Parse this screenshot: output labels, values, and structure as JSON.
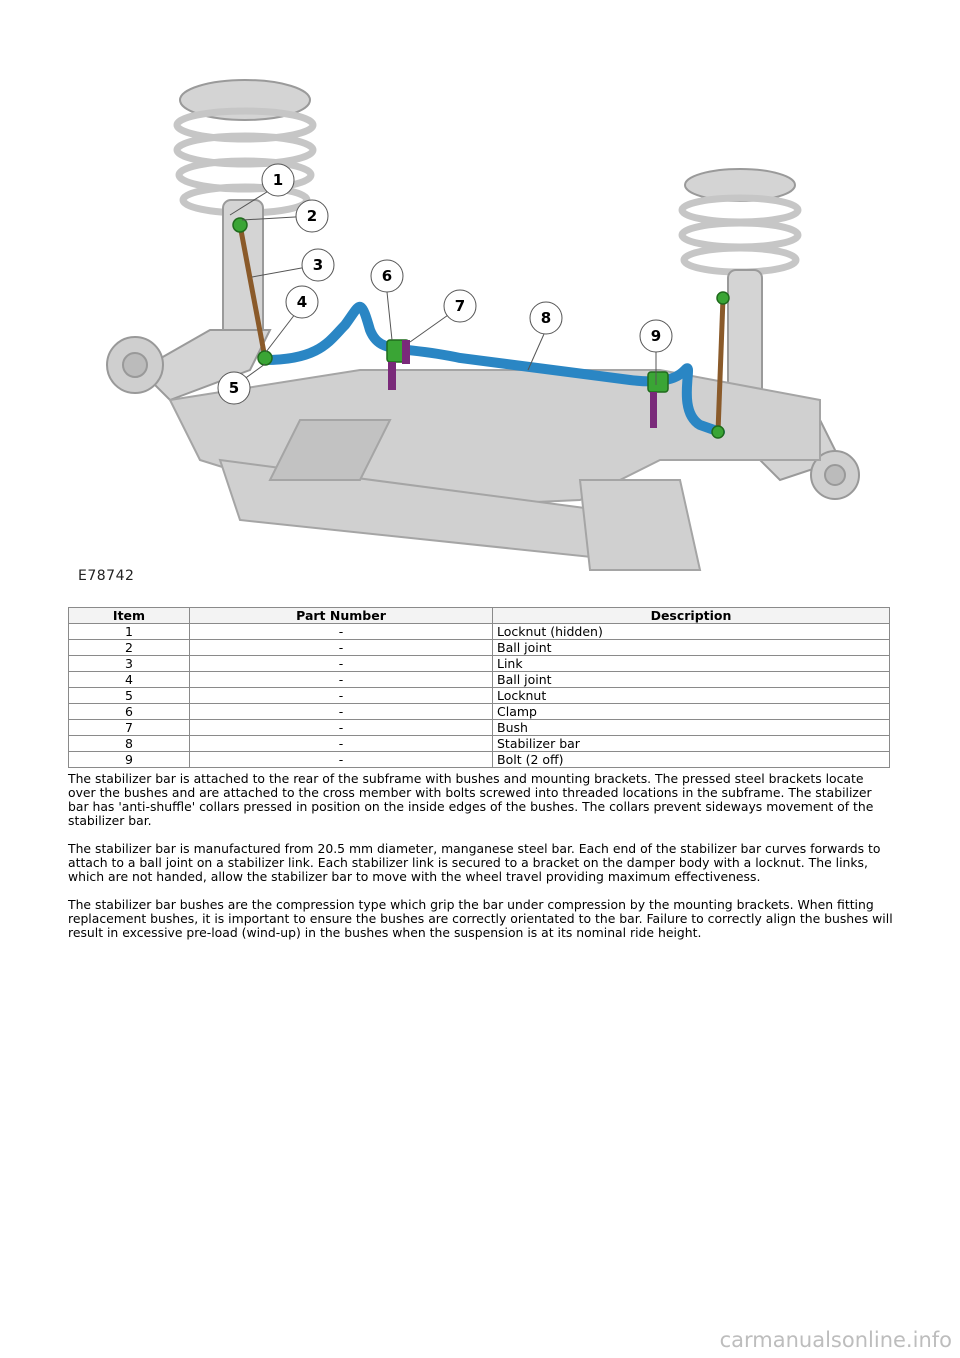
{
  "figure": {
    "id": "E78742",
    "callouts": [
      "1",
      "2",
      "3",
      "4",
      "5",
      "6",
      "7",
      "8",
      "9"
    ]
  },
  "table": {
    "headers": [
      "Item",
      "Part Number",
      "Description"
    ],
    "rows": [
      [
        "1",
        "-",
        "Locknut (hidden)"
      ],
      [
        "2",
        "-",
        "Ball joint"
      ],
      [
        "3",
        "-",
        "Link"
      ],
      [
        "4",
        "-",
        "Ball joint"
      ],
      [
        "5",
        "-",
        "Locknut"
      ],
      [
        "6",
        "-",
        "Clamp"
      ],
      [
        "7",
        "-",
        "Bush"
      ],
      [
        "8",
        "-",
        "Stabilizer bar"
      ],
      [
        "9",
        "-",
        "Bolt (2 off)"
      ]
    ]
  },
  "paragraphs": [
    "The stabilizer bar is attached to the rear of the subframe with bushes and mounting brackets. The pressed steel brackets locate over the bushes and are attached to the cross member with bolts screwed into threaded locations in the subframe. The stabilizer bar has 'anti-shuffle' collars pressed in position on the inside edges of the bushes. The collars prevent sideways movement of the stabilizer bar.",
    "The stabilizer bar is manufactured from 20.5 mm diameter, manganese steel bar. Each end of the stabilizer bar curves forwards to attach to a ball joint on a stabilizer link. Each stabilizer link is secured to a bracket on the damper body with a locknut. The links, which are not handed, allow the stabilizer bar to move with the wheel travel providing maximum effectiveness.",
    "The stabilizer bar bushes are the compression type which grip the bar under compression by the mounting brackets. When fitting replacement bushes, it is important to ensure the bushes are correctly orientated to the bar. Failure to correctly align the bushes will result in excessive pre-load (wind-up) in the bushes when the suspension is at its nominal ride height."
  ],
  "watermark": "carmanualsonline.info",
  "colors": {
    "bar": "#2a86c4",
    "bush": "#3aa535",
    "bolt": "#7a2a7a",
    "link": "#8a5a2a",
    "subframe": "#c8c8c8"
  }
}
